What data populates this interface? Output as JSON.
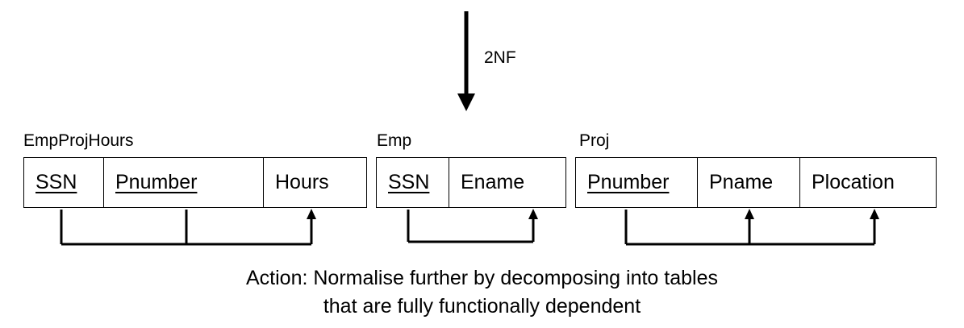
{
  "step_label": "2NF",
  "tables": [
    {
      "name": "EmpProjHours",
      "columns": [
        {
          "label": "SSN",
          "key": true
        },
        {
          "label": "Pnumber",
          "key": true
        },
        {
          "label": "Hours",
          "key": false
        }
      ]
    },
    {
      "name": "Emp",
      "columns": [
        {
          "label": "SSN",
          "key": true
        },
        {
          "label": "Ename",
          "key": false
        }
      ]
    },
    {
      "name": "Proj",
      "columns": [
        {
          "label": "Pnumber",
          "key": true
        },
        {
          "label": "Pname",
          "key": false
        },
        {
          "label": "Plocation",
          "key": false
        }
      ]
    }
  ],
  "action": {
    "line1": "Action: Normalise further by decomposing into tables",
    "line2": "that are fully functionally dependent"
  }
}
